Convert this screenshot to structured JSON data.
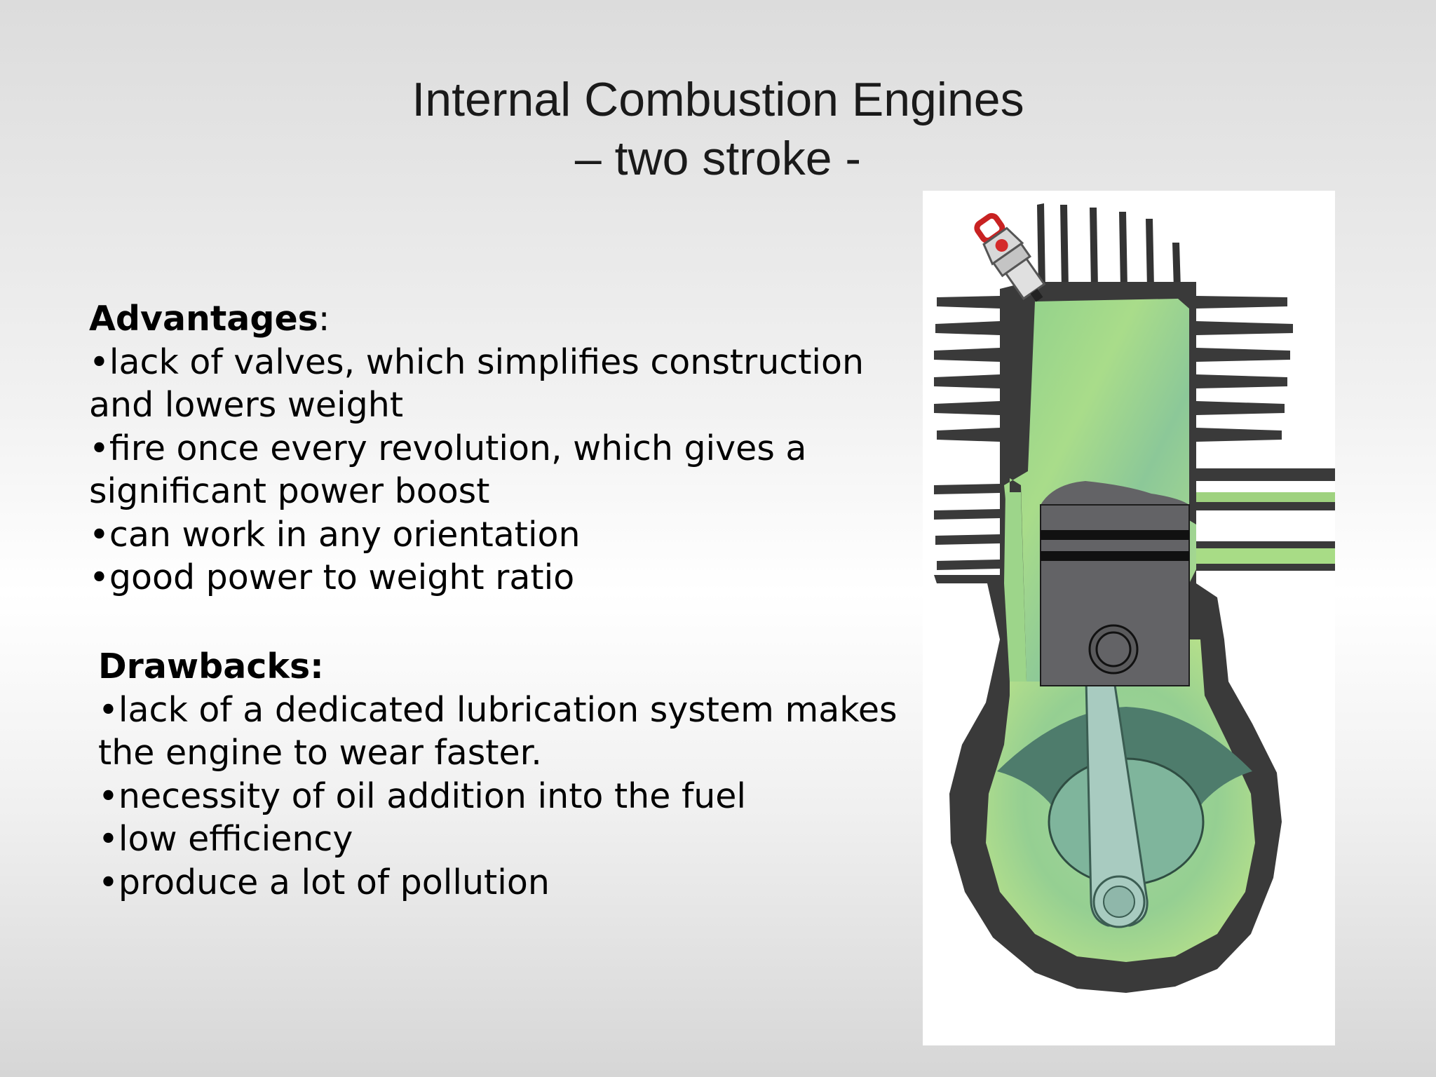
{
  "title": {
    "line1": "Internal Combustion Engines",
    "line2": "– two stroke -"
  },
  "advantages": {
    "heading": "Advantages",
    "colon": ":",
    "lines": [
      "•lack of valves, which simplifies construction",
      "and lowers weight",
      "•fire once every revolution, which gives a",
      "significant power boost",
      "•can work in any orientation",
      "•good power to weight ratio"
    ]
  },
  "drawbacks": {
    "heading": "Drawbacks:",
    "lines": [
      "•lack of a dedicated lubrication system makes",
      "the engine to wear faster.",
      "•necessity of oil addition into the fuel",
      "•low efficiency",
      "•produce a lot of pollution"
    ]
  },
  "colors": {
    "engine_body": "#3a3a3a",
    "gas_fill": "#9fd27f",
    "piston": "#5f5f62",
    "connecting_rod": "#a8cbc0",
    "spark": "#d42a2a"
  }
}
